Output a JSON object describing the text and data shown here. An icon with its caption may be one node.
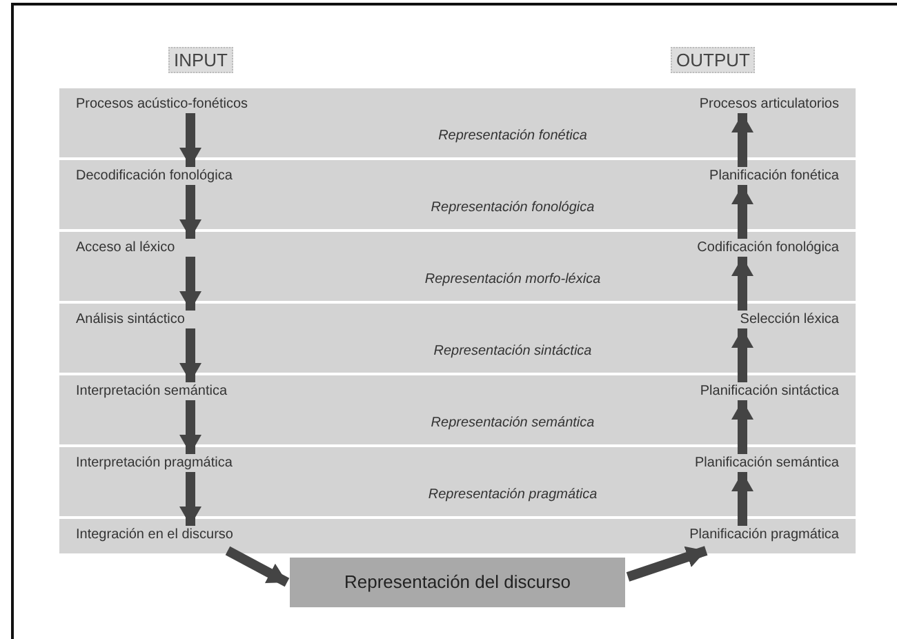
{
  "diagram": {
    "nodes": [
      {
        "text": [
          "Representación fonética"
        ]
      },
      {
        "text": [
          "Procesos acústico-fonéticos"
        ],
        "in": 0
      },
      {
        "text": [
          "Procesos articulatorios"
        ],
        "in": 0
      },
      {
        "text": [
          "Representación fonológica"
        ]
      },
      {
        "text": [
          "Decodificación fonológica"
        ],
        "in": 3
      },
      {
        "text": [
          "Planificación fonética"
        ],
        "in": 3
      },
      {
        "text": [
          "Representación morfo-léxica"
        ]
      },
      {
        "text": [
          "Acceso al léxico"
        ],
        "in": 6
      },
      {
        "text": [
          "Codificación fonológica"
        ],
        "in": 6
      },
      {
        "text": [
          "Representación sintáctica"
        ]
      },
      {
        "text": [
          "Análisis sintáctico"
        ],
        "in": 9
      },
      {
        "text": [
          "Selección léxica"
        ],
        "in": 9
      },
      {
        "text": [
          "Representación semántica"
        ]
      },
      {
        "text": [
          "Interpretación semántica"
        ],
        "in": 12
      },
      {
        "text": [
          "Planificación sintáctica"
        ],
        "in": 12
      },
      {
        "text": [
          "Representación pragmática"
        ]
      },
      {
        "text": [
          "Interpretación pragmática"
        ],
        "in": 15
      },
      {
        "text": [
          "Planificación semántica"
        ],
        "in": 15
      },
      {
        "text": [],
        "shape": "bar"
      },
      {
        "text": [
          "Integración en el discurso"
        ],
        "in": 18
      },
      {
        "text": [
          "Planificación pragmática"
        ],
        "in": 18
      },
      {
        "text": [
          "Representación del discurso"
        ]
      }
    ],
    "edges": [
      {
        "from": 1,
        "to": 4,
        "arrow": "to"
      },
      {
        "from": 4,
        "to": 7,
        "arrow": "to"
      },
      {
        "from": 7,
        "to": 10,
        "arrow": "to"
      },
      {
        "from": 10,
        "to": 13,
        "arrow": "to"
      },
      {
        "from": 13,
        "to": 16,
        "arrow": "to"
      },
      {
        "from": 16,
        "to": 19,
        "arrow": "to"
      },
      {
        "from": 5,
        "to": 2,
        "arrow": "to"
      },
      {
        "from": 8,
        "to": 5,
        "arrow": "to"
      },
      {
        "from": 11,
        "to": 8,
        "arrow": "to"
      },
      {
        "from": 14,
        "to": 11,
        "arrow": "to"
      },
      {
        "from": 17,
        "to": 14,
        "arrow": "to"
      },
      {
        "from": 20,
        "to": 17,
        "arrow": "to"
      },
      {
        "from": 19,
        "to": 21,
        "arrow": "to"
      },
      {
        "from": 21,
        "to": 20,
        "arrow": "to"
      }
    ],
    "labels": [
      "INPUT",
      "OUTPUT"
    ]
  }
}
